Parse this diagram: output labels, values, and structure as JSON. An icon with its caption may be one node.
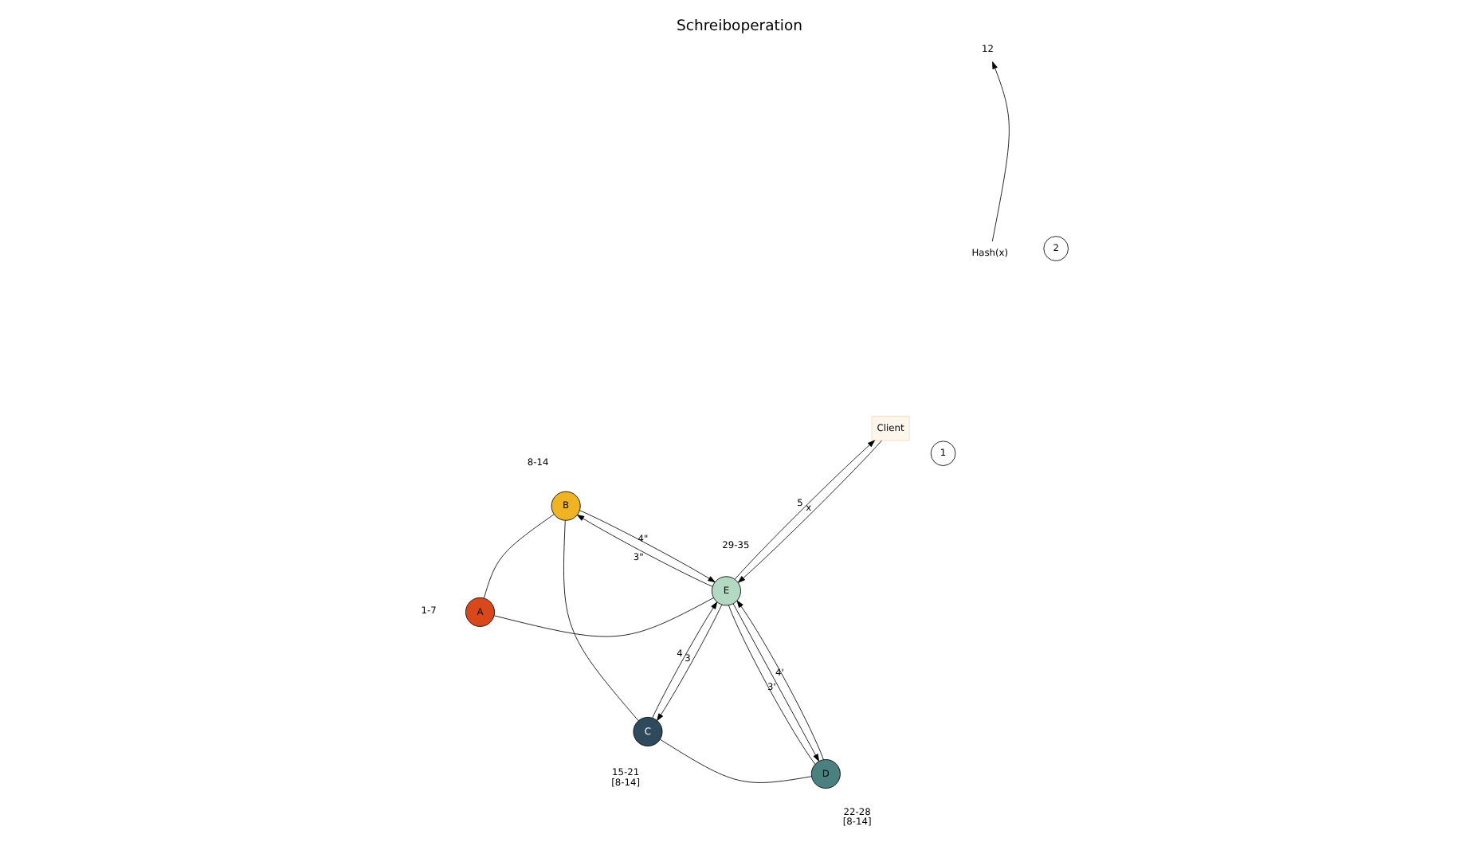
{
  "diagram": {
    "title": "Schreiboperation",
    "nodes": [
      {
        "text": [
          "Client"
        ]
      },
      {
        "text": [
          "1"
        ]
      },
      {
        "text": [
          "A"
        ],
        "beside": [
          "1-7"
        ]
      },
      {
        "text": [
          "B"
        ],
        "beside": [
          "8-14"
        ]
      },
      {
        "text": [
          "C"
        ],
        "beside": [
          "15-21",
          "[8-14]"
        ]
      },
      {
        "text": [
          "D"
        ],
        "beside": [
          "22-28",
          "[8-14]"
        ]
      },
      {
        "text": [
          "E"
        ],
        "beside": [
          "29-35"
        ]
      },
      {
        "text": [
          "2"
        ]
      },
      {
        "text": [
          "Hash(x)"
        ]
      },
      {
        "text": [
          "12"
        ]
      }
    ],
    "edges": [
      {
        "from": 0,
        "to": 6,
        "arrow": "to",
        "label": "x"
      },
      {
        "from": 6,
        "to": 0,
        "arrow": "to",
        "label": "5"
      },
      {
        "from": 6,
        "to": 2,
        "arrow": "none"
      },
      {
        "from": 2,
        "to": 3,
        "arrow": "none"
      },
      {
        "from": 3,
        "to": 4,
        "arrow": "none"
      },
      {
        "from": 4,
        "to": 5,
        "arrow": "none"
      },
      {
        "from": 5,
        "to": 6,
        "arrow": "none"
      },
      {
        "from": 6,
        "to": 3,
        "arrow": "to",
        "label": "3\""
      },
      {
        "from": 3,
        "to": 6,
        "arrow": "to",
        "label": "4\""
      },
      {
        "from": 6,
        "to": 4,
        "arrow": "to",
        "label": "3"
      },
      {
        "from": 4,
        "to": 6,
        "arrow": "to",
        "label": "4"
      },
      {
        "from": 6,
        "to": 5,
        "arrow": "to",
        "label": "3'"
      },
      {
        "from": 5,
        "to": 6,
        "arrow": "to",
        "label": "4'"
      },
      {
        "from": 8,
        "to": 9,
        "arrow": "to"
      }
    ]
  }
}
